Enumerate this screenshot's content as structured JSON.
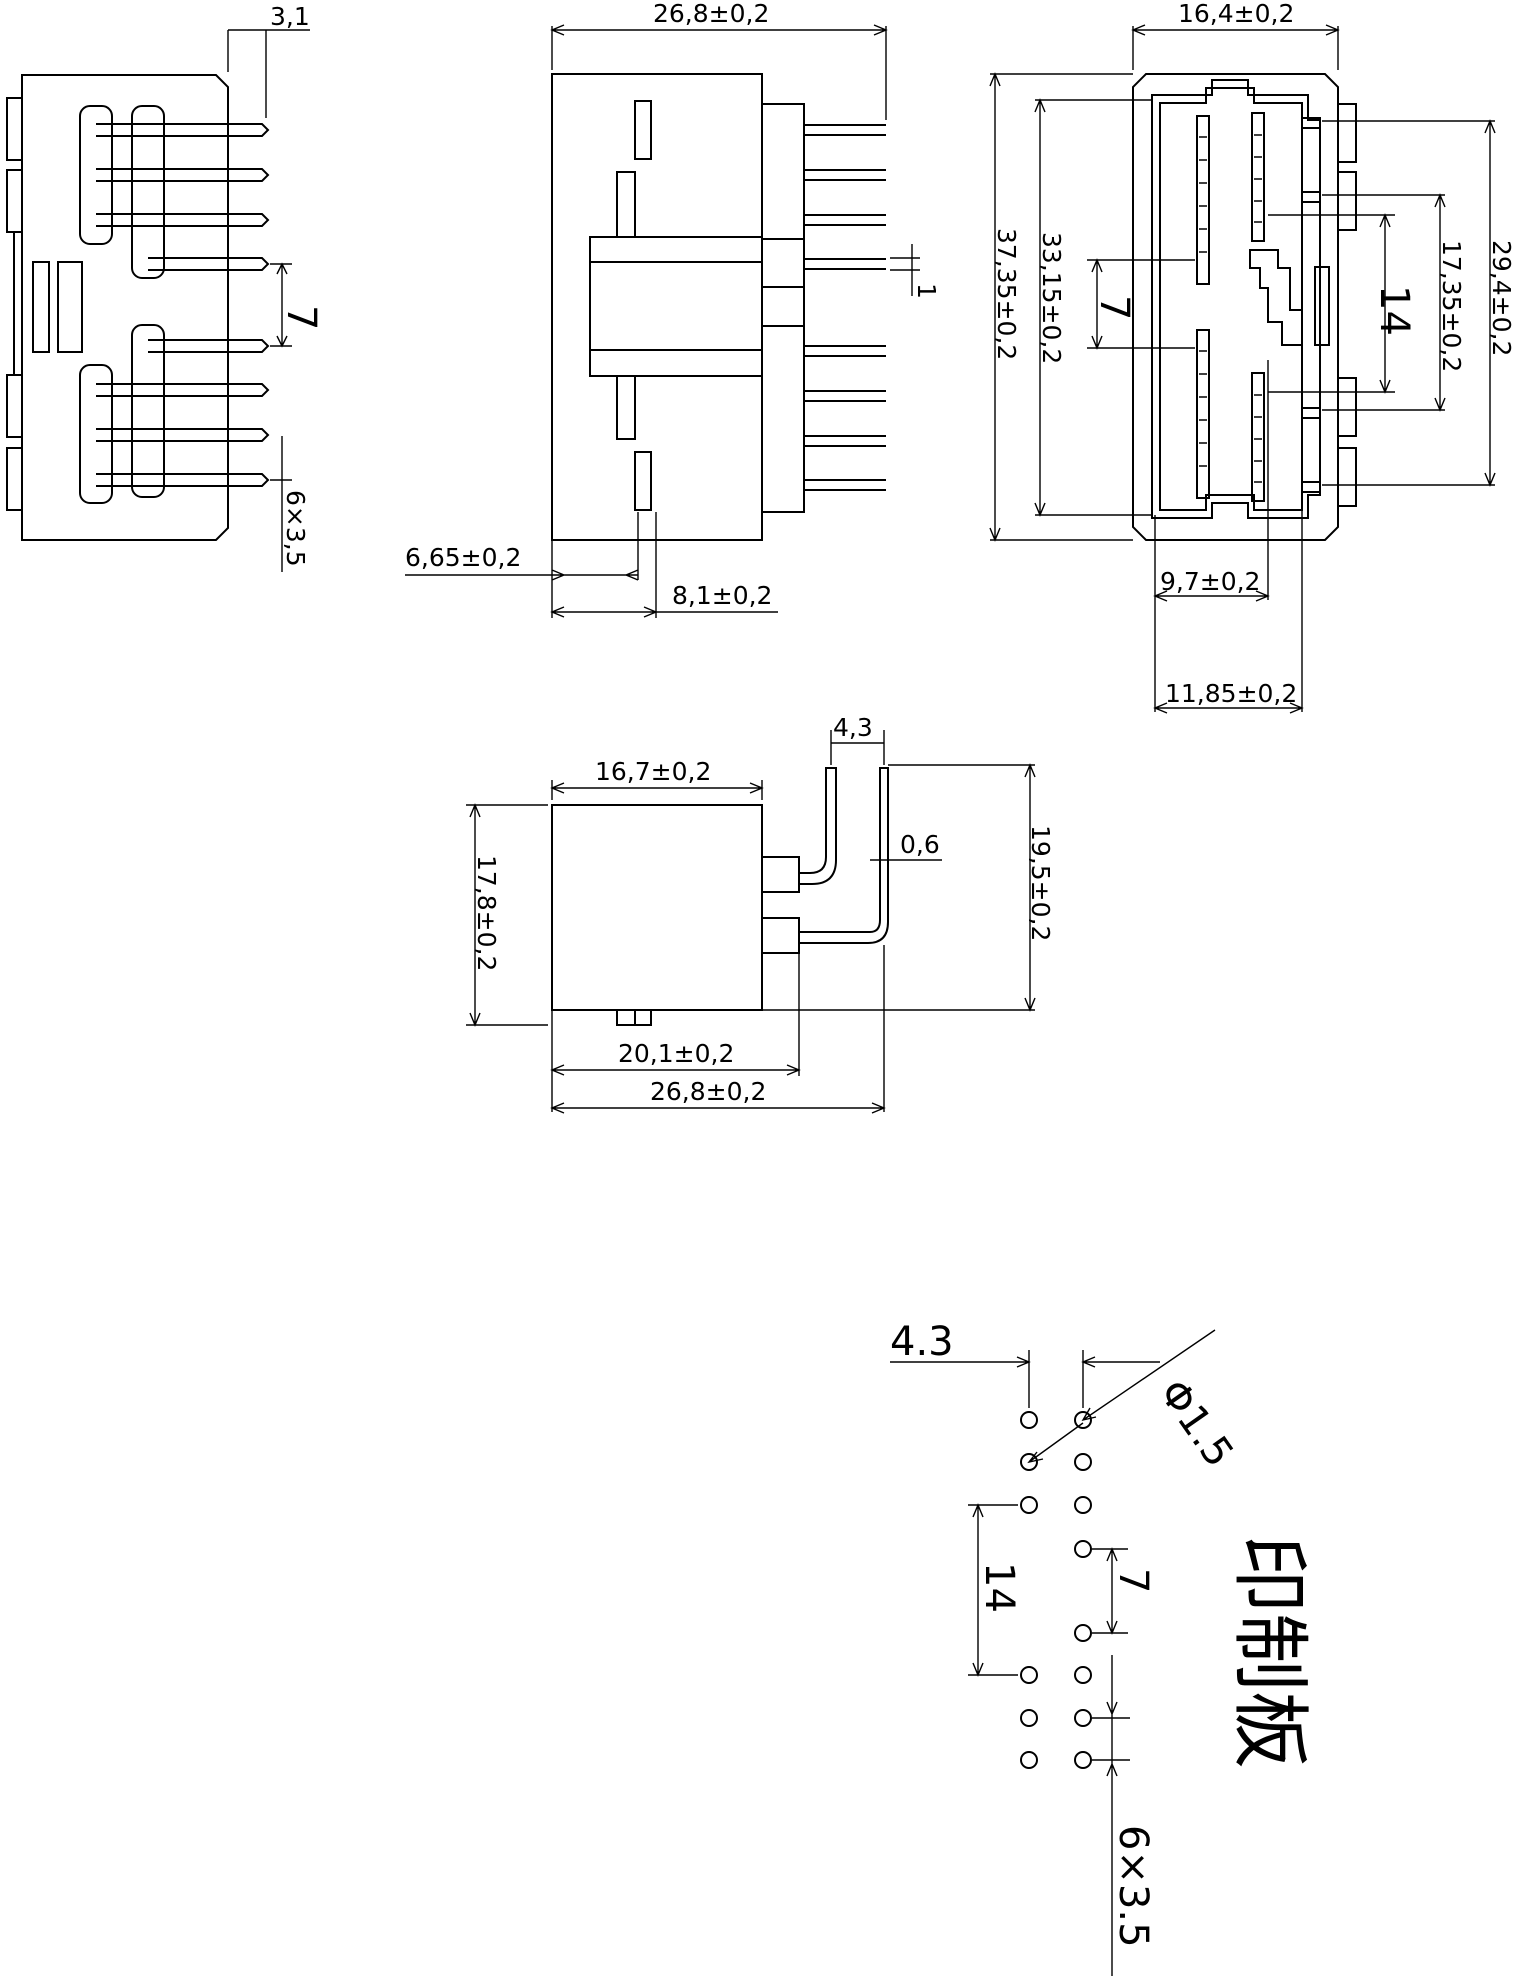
{
  "views": {
    "left": {
      "pitch_top": "3,1",
      "pitch_mid": "7",
      "pitch_bottom": "6×3,5"
    },
    "front": {
      "width": "26,8±0,2",
      "gap": "1",
      "offset1": "6,65±0,2",
      "offset2": "8,1±0,2"
    },
    "right": {
      "width": "16,4±0,2",
      "height_outer": "37,35±0,2",
      "height_inner": "33,15±0,2",
      "pitch": "7",
      "spacing": "14",
      "span1": "17,35±0,2",
      "span2": "29,4±0,2",
      "bottom1": "9,7±0,2",
      "bottom2": "11,85±0,2"
    },
    "bottom": {
      "pin_pitch": "4,3",
      "width": "16,7±0,2",
      "height": "17,8±0,2",
      "pin_thickness": "0,6",
      "overall_height": "19,5±0,2",
      "len1": "20,1±0,2",
      "len2": "26,8±0,2"
    }
  },
  "pcb": {
    "pitch_x": "4.3",
    "hole": "Φ1.5",
    "spacing": "14",
    "pitch_small": "7",
    "pitch_bottom": "6×3.5",
    "title": "印制板"
  }
}
